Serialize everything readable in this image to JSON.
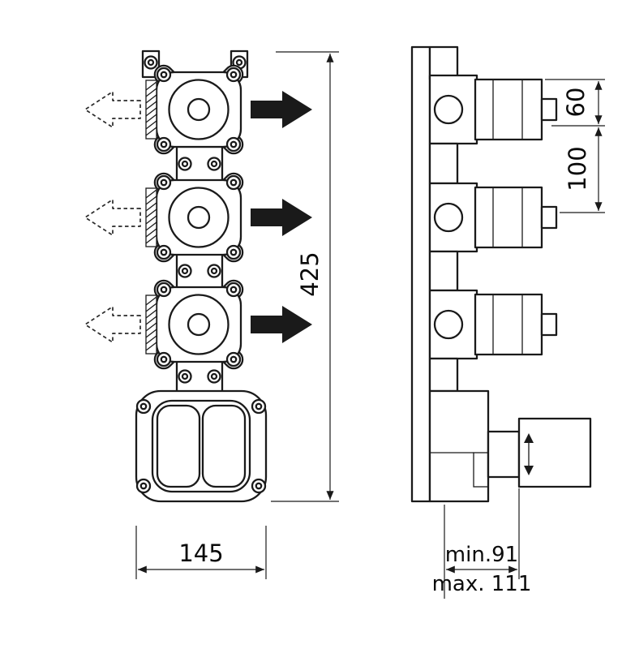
{
  "colors": {
    "line": "#1a1a1a",
    "background": "#ffffff"
  },
  "icons": {
    "outlet_flow_arrow": "solid-right-arrow",
    "inlet_flow_arrow": "dashed-left-arrow",
    "adjustment_arrows": "up-down-arrows"
  },
  "drawing": {
    "front_view": {
      "height_dim": "425",
      "width_dim": "145"
    },
    "side_view": {
      "top_offset_dim": "60",
      "port_spacing_dim": "100",
      "depth_min_dim": "min.91",
      "depth_max_dim": "max. 111"
    }
  }
}
